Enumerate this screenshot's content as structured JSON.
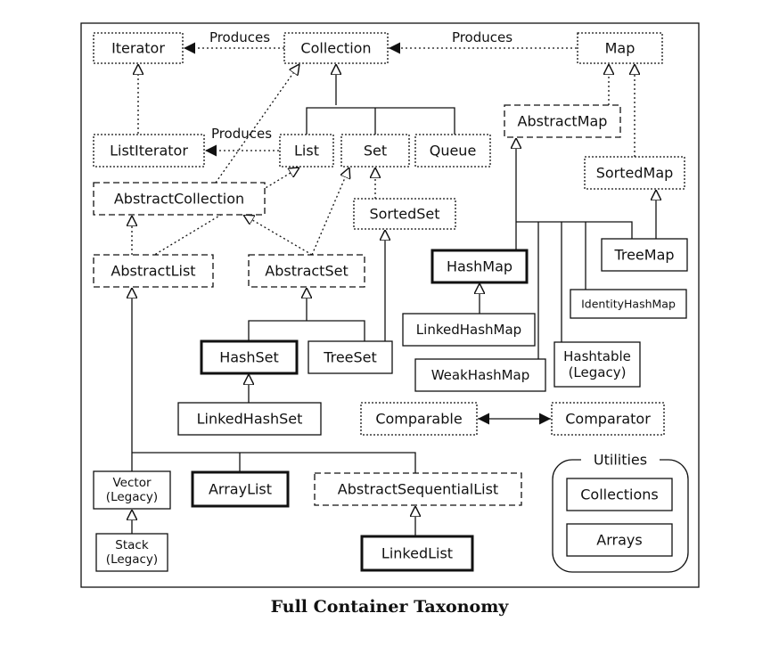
{
  "caption": "Full Container Taxonomy",
  "nodes": {
    "iterator": "Iterator",
    "collection": "Collection",
    "map": "Map",
    "list_iterator": "ListIterator",
    "list": "List",
    "set": "Set",
    "queue": "Queue",
    "abstract_map": "AbstractMap",
    "sorted_map": "SortedMap",
    "abstract_collection": "AbstractCollection",
    "sorted_set": "SortedSet",
    "abstract_list": "AbstractList",
    "abstract_set": "AbstractSet",
    "hash_map": "HashMap",
    "tree_map": "TreeMap",
    "identity_hash_map": "IdentityHashMap",
    "linked_hash_map": "LinkedHashMap",
    "hash_set": "HashSet",
    "tree_set": "TreeSet",
    "weak_hash_map": "WeakHashMap",
    "hashtable": [
      "Hashtable",
      "(Legacy)"
    ],
    "linked_hash_set": "LinkedHashSet",
    "comparable": "Comparable",
    "comparator": "Comparator",
    "vector": [
      "Vector",
      "(Legacy)"
    ],
    "array_list": "ArrayList",
    "abstract_sequential_list": "AbstractSequentialList",
    "linked_list": "LinkedList",
    "stack": [
      "Stack",
      "(Legacy)"
    ],
    "utilities": "Utilities",
    "collections": "Collections",
    "arrays": "Arrays"
  },
  "edge_labels": {
    "produces_iterator": "Produces",
    "produces_map": "Produces",
    "produces_list_iterator": "Produces"
  }
}
